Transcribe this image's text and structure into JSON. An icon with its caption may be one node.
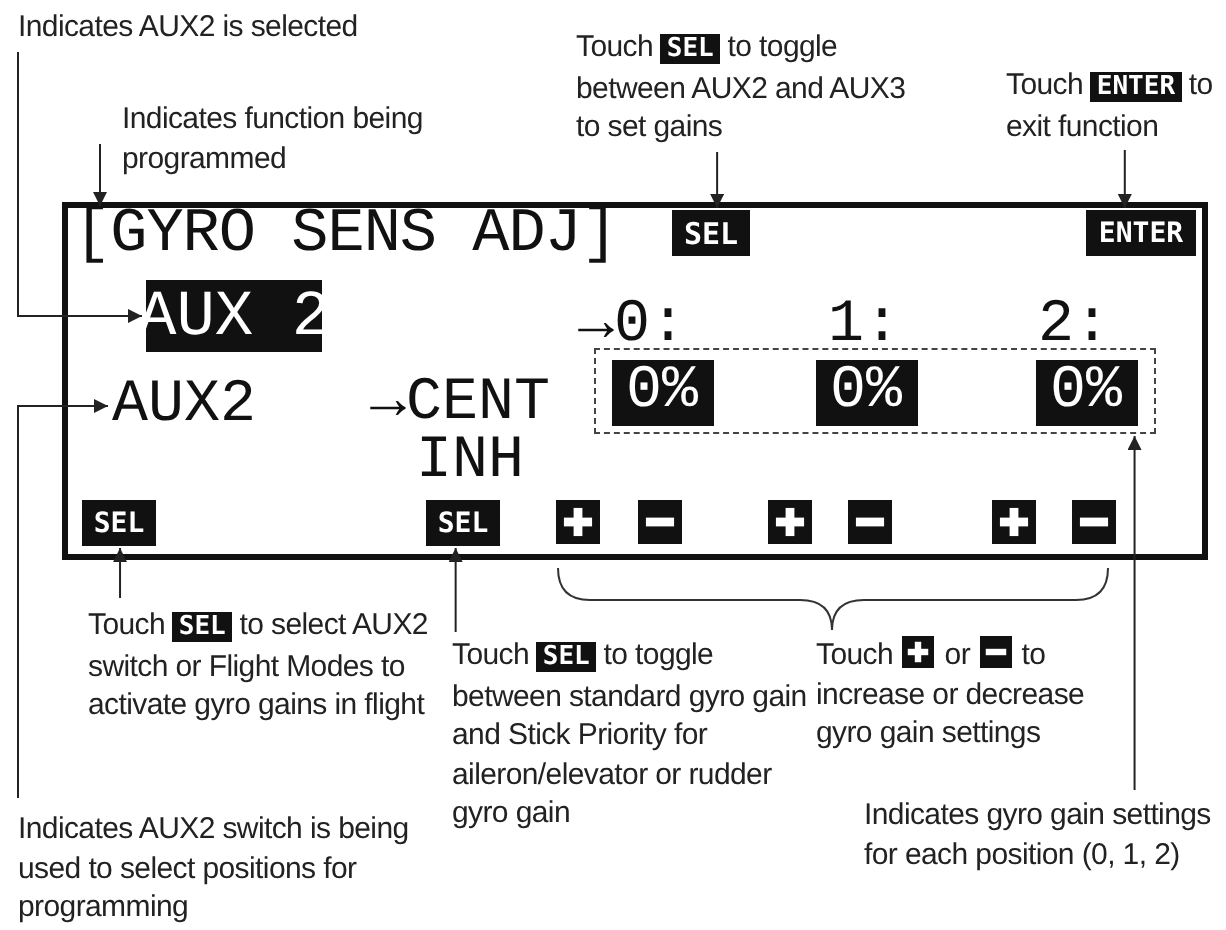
{
  "diagram": {
    "nodes": [
      {
        "text": [
          "Indicates AUX2 is selected"
        ]
      },
      {
        "text": [
          "Indicates function being programmed"
        ]
      },
      {
        "text": [
          "Touch **SEL** to toggle between AUX2 and AUX3 to set gains"
        ]
      },
      {
        "text": [
          "Touch **ENTER** to exit function"
        ]
      },
      {
        "text": [],
        "shape": "box"
      },
      {
        "text": [
          "[GYRO SENS ADJ]"
        ],
        "in": 4
      },
      {
        "text": [
          "SEL"
        ],
        "in": 4
      },
      {
        "text": [
          "ENTER"
        ],
        "in": 4
      },
      {
        "text": [
          "AUX 2"
        ],
        "in": 4
      },
      {
        "text": [
          "AUX2"
        ],
        "in": 4
      },
      {
        "text": [],
        "shape": "box",
        "in": 4
      },
      {
        "text": [
          "0%"
        ],
        "in": 10
      },
      {
        "text": [
          "0%"
        ],
        "in": 10
      },
      {
        "text": [
          "0%"
        ],
        "in": 10
      },
      {
        "text": [
          "SEL"
        ],
        "in": 4
      },
      {
        "text": [
          "SEL"
        ],
        "in": 4
      },
      {
        "text": [
          "Touch **SEL** to select AUX2 switch or Flight Modes to activate gyro gains in flight"
        ]
      },
      {
        "text": [
          "Touch **SEL** to toggle between standard gyro gain and Stick Priority for aileron/elevator or rudder gyro gain"
        ]
      },
      {
        "text": [
          "Touch",
          "or",
          "to increase or decrease gyro gain settings"
        ]
      },
      {
        "text": [
          "Indicates AUX2 switch is being used to select positions for programming"
        ]
      },
      {
        "text": [
          "Indicates gyro gain settings for each position (0, 1, 2)"
        ]
      }
    ],
    "edges": [
      {
        "from": 0,
        "to": 8,
        "arrow": "to"
      },
      {
        "from": 1,
        "to": 5,
        "arrow": "to"
      },
      {
        "from": 2,
        "to": 6,
        "arrow": "to"
      },
      {
        "from": 3,
        "to": 7,
        "arrow": "to"
      },
      {
        "from": 16,
        "to": 14,
        "arrow": "to"
      },
      {
        "from": 17,
        "to": 15,
        "arrow": "to"
      },
      {
        "from": 19,
        "to": 9,
        "arrow": "to"
      },
      {
        "from": 20,
        "to": 10,
        "arrow": "to"
      }
    ],
    "labels": [
      "→0:",
      "1:",
      "2:",
      "→CENT",
      "INH"
    ]
  }
}
